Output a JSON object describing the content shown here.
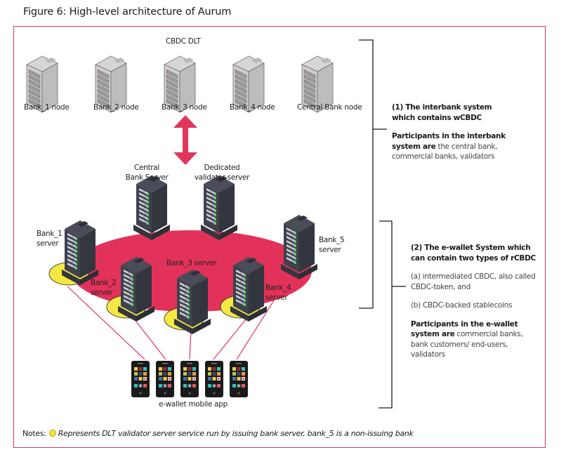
{
  "figure": {
    "title": "Figure 6: High-level architecture of Aurum"
  },
  "dlt": {
    "label": "CBDC DLT",
    "nodes": [
      {
        "label": "Bank_1 node"
      },
      {
        "label": "Bank_2 node"
      },
      {
        "label": "Bank_3 node"
      },
      {
        "label": "Bank_4 node"
      },
      {
        "label": "Central Bank node"
      }
    ]
  },
  "servers": {
    "central": {
      "line1": "Central",
      "line2": "Bank Server"
    },
    "validator": {
      "line1": "Dedicated",
      "line2": "validator server"
    },
    "bank1": {
      "line1": "Bank_1",
      "line2": "server"
    },
    "bank2": {
      "line1": "Bank_2",
      "line2": "server"
    },
    "bank3": {
      "line1": "Bank_3 server"
    },
    "bank4": {
      "line1": "Bank_4",
      "line2": "server"
    },
    "bank5": {
      "line1": "Bank_5",
      "line2": "server"
    }
  },
  "app": {
    "label": "e-wallet mobile app",
    "phone_count": 5
  },
  "interbank": {
    "heading": "(1) The interbank system which contains wCBDC",
    "participants_bold": "Participants in the interbank system are",
    "participants_rest": " the central bank, commercial banks, validators"
  },
  "ewallet": {
    "heading": "(2) The e-wallet System which can contain two types of rCBDC",
    "item_a": "(a) intermediated CBDC, also called CBDC-token, and",
    "item_b": "(b) CBDC-backed stablecoins",
    "participants_bold": "Participants in the e-wallet system are",
    "participants_rest": " commercial banks, bank customers/ end-users, validators"
  },
  "notes": {
    "prefix": "Notes:",
    "text": "Represents DLT validator server service run by issuing bank server, bank_5 is a non-issuing bank"
  },
  "colors": {
    "accent": "#d8385e",
    "ellipse": "#e3325a",
    "validator_dot": "#f4e842",
    "server_dark": "#3d3f4a"
  }
}
